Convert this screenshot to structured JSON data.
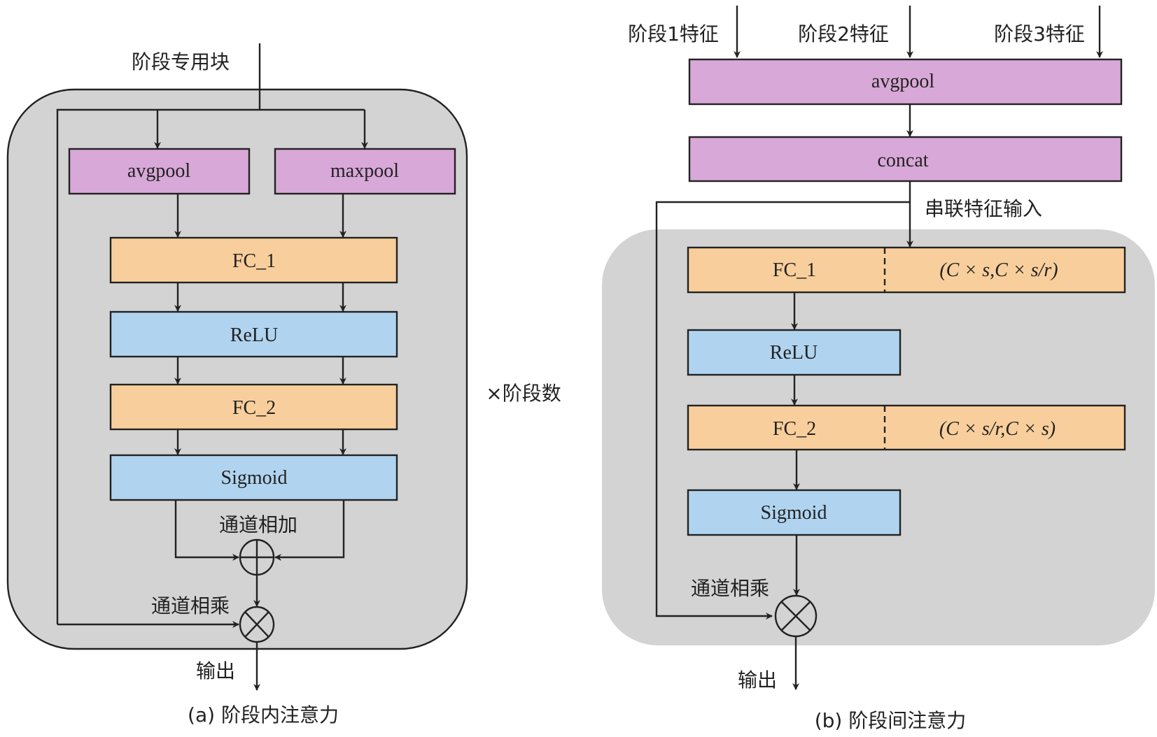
{
  "colors": {
    "pool": "#d8a8d8",
    "fc": "#f8cf9c",
    "activation": "#b0d4f0",
    "panel": "#d3d3d3",
    "line": "#222222"
  },
  "panel_a": {
    "input_label": "阶段专用块",
    "avgpool": "avgpool",
    "maxpool": "maxpool",
    "fc1": "FC_1",
    "relu": "ReLU",
    "fc2": "FC_2",
    "sigmoid": "Sigmoid",
    "add_label": "通道相加",
    "multiply_label": "通道相乘",
    "output_label": "输出",
    "repeat_label": "×阶段数",
    "caption": "(a) 阶段内注意力"
  },
  "panel_b": {
    "inputs": [
      "阶段1特征",
      "阶段2特征",
      "阶段3特征"
    ],
    "avgpool": "avgpool",
    "concat": "concat",
    "concat_label": "串联特征输入",
    "fc1": "FC_1",
    "fc1_shape": "(C × s,C × s/r)",
    "relu": "ReLU",
    "fc2": "FC_2",
    "fc2_shape": "(C × s/r,C × s)",
    "sigmoid": "Sigmoid",
    "multiply_label": "通道相乘",
    "output_label": "输出",
    "caption": "(b) 阶段间注意力"
  }
}
